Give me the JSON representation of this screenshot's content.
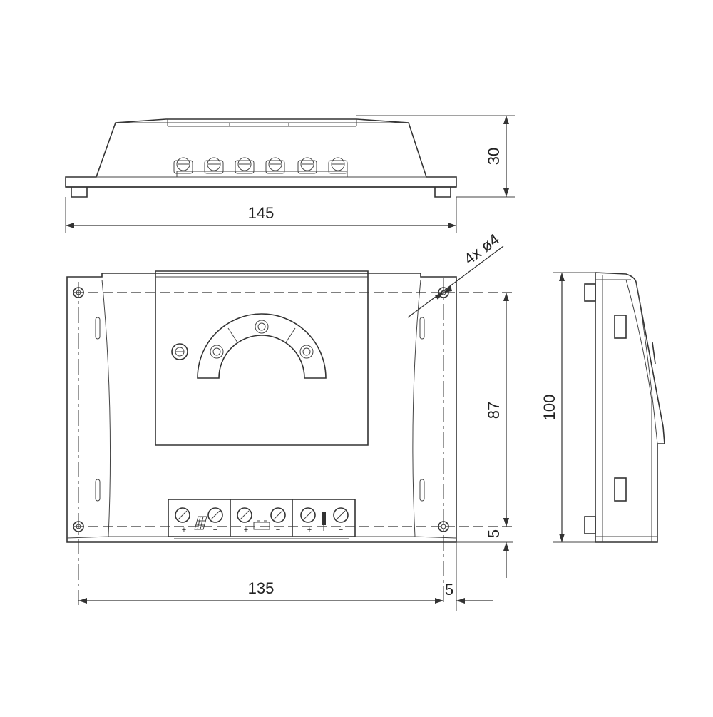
{
  "dimensions": {
    "top_width": "145",
    "top_height": "30",
    "front_height_holes": "87",
    "front_bottom_offset": "5",
    "front_width_holes": "135",
    "front_side_offset": "5",
    "side_height": "100",
    "hole_note": "4x ø4"
  },
  "colors": {
    "line": "#333333",
    "background": "#ffffff"
  }
}
